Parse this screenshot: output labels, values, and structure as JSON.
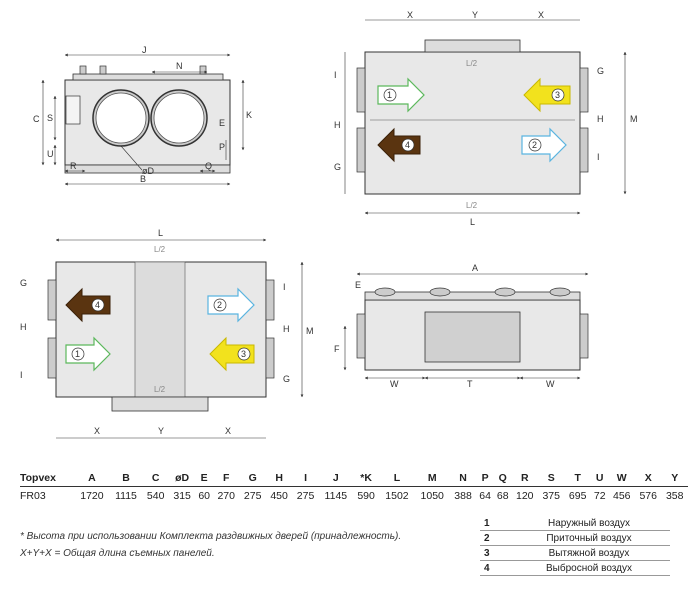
{
  "drawing_labels": {
    "view1": [
      "J",
      "N",
      "C",
      "S",
      "U",
      "K",
      "P",
      "E",
      "R",
      "Q",
      "B",
      "øD"
    ],
    "view2": [
      "X",
      "Y",
      "X",
      "L/2",
      "L/2",
      "I",
      "H",
      "G",
      "M",
      "G",
      "H",
      "I",
      "L"
    ],
    "view3": [
      "L",
      "L/2",
      "L/2",
      "G",
      "H",
      "I",
      "I",
      "H",
      "G",
      "M",
      "X",
      "Y",
      "X"
    ],
    "view4": [
      "A",
      "E",
      "F",
      "W",
      "T",
      "W"
    ],
    "arrows": [
      "1",
      "2",
      "3",
      "4"
    ]
  },
  "spec_table": {
    "headers": [
      "Topvex",
      "A",
      "B",
      "C",
      "øD",
      "E",
      "F",
      "G",
      "H",
      "I",
      "J",
      "*K",
      "L",
      "M",
      "N",
      "P",
      "Q",
      "R",
      "S",
      "T",
      "U",
      "W",
      "X",
      "Y"
    ],
    "rows": [
      [
        "FR03",
        "1720",
        "1115",
        "540",
        "315",
        "60",
        "270",
        "275",
        "450",
        "275",
        "1145",
        "590",
        "1502",
        "1050",
        "388",
        "64",
        "68",
        "120",
        "375",
        "695",
        "72",
        "456",
        "576",
        "358"
      ]
    ]
  },
  "notes": [
    "* Высота при использовании Комплекта раздвижных дверей (принадлежность).",
    "X+Y+X = Общая длина съемных панелей."
  ],
  "legend": [
    {
      "num": "1",
      "label": "Наружный воздух"
    },
    {
      "num": "2",
      "label": "Приточный воздух"
    },
    {
      "num": "3",
      "label": "Вытяжной воздух"
    },
    {
      "num": "4",
      "label": "Выбросной воздух"
    }
  ],
  "colors": {
    "outdoor_air": "#7bc87b",
    "supply_air": "#5ab4e0",
    "extract_air": "#f2e21d",
    "exhaust_air": "#5a3410"
  }
}
